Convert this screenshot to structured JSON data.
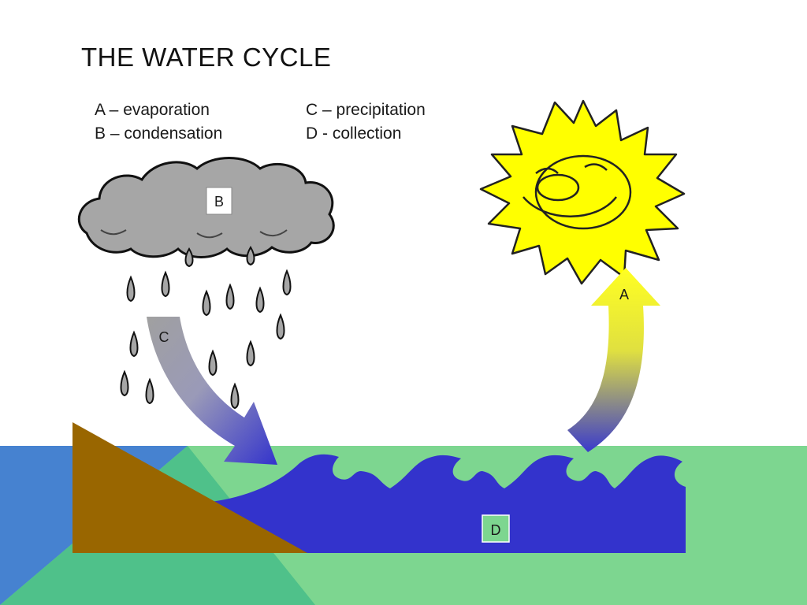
{
  "slide": {
    "title": "THE WATER CYCLE"
  },
  "legend": {
    "a": "A – evaporation",
    "b": "B – condensation",
    "c": "C – precipitation",
    "d": "D - collection"
  },
  "labels": {
    "a": "A",
    "b": "B",
    "c": "C",
    "d": "D"
  },
  "colors": {
    "background_blue": "#4682d0",
    "background_green": "#7dd690",
    "background_teal": "#4fc18a",
    "water": "#3333cc",
    "land": "#996600",
    "cloud": "#a6a6a6",
    "sun": "#ffff00",
    "arrow_gray": "#9a9a9a",
    "arrow_yellow": "#ffff33"
  }
}
